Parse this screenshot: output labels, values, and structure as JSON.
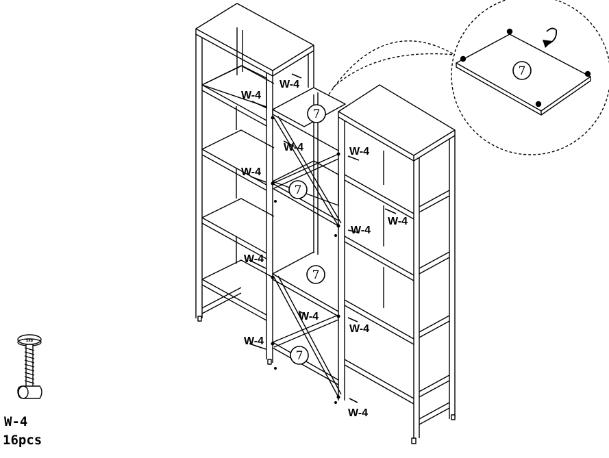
{
  "parts": {
    "panel_number": "7",
    "panel_labels": [
      "7",
      "7",
      "7",
      "7",
      "7"
    ],
    "screw_code": "W-4",
    "screw_callouts": [
      "W-4",
      "W-4",
      "W-4",
      "W-4",
      "W-4",
      "W-4",
      "W-4",
      "W-4",
      "W-4",
      "W-4",
      "W-4",
      "W-4"
    ],
    "screw_head_text": "5x8"
  },
  "legend": {
    "code": "W-4",
    "quantity": "16pcs"
  }
}
